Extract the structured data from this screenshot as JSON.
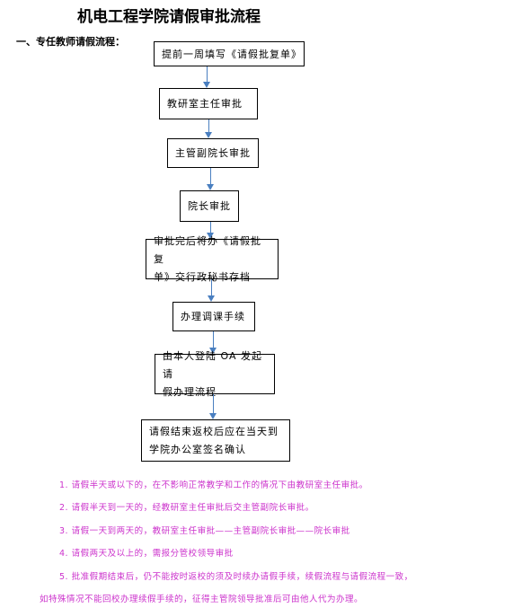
{
  "header": {
    "title": "机电工程学院请假审批流程",
    "section_heading": "一、专任教师请假流程："
  },
  "flow": {
    "step1": "提前一周填写《请假批复单》",
    "step2": "教研室主任审批",
    "step3": "主管副院长审批",
    "step4": "院长审批",
    "step5_line1": "审批完后将办《请假批复",
    "step5_line2": "单》交行政秘书存档",
    "step6": "办理调课手续",
    "step7_line1": "由本人登陆 OA 发起请",
    "step7_line2": "假办理流程",
    "step8_line1": "请假结束返校后应在当天到",
    "step8_line2": "学院办公室签名确认"
  },
  "notes": {
    "note1": "1. 请假半天或以下的，在不影响正常教学和工作的情况下由教研室主任审批。",
    "note2": "2. 请假半天到一天的，经教研室主任审批后交主管副院长审批。",
    "note3": "3. 请假一天到两天的，教研室主任审批——主管副院长审批——院长审批",
    "note4": "4. 请假两天及以上的，需报分管校领导审批",
    "note5": "5. 批准假期结束后，仍不能按时返校的须及时续办请假手续，续假流程与请假流程一致，",
    "note6": "如特殊情况不能回校办理续假手续的，征得主管院领导批准后可由他人代为办理。"
  },
  "colors": {
    "arrow": "#4a7fc0",
    "notes_text": "#cc33cc"
  }
}
